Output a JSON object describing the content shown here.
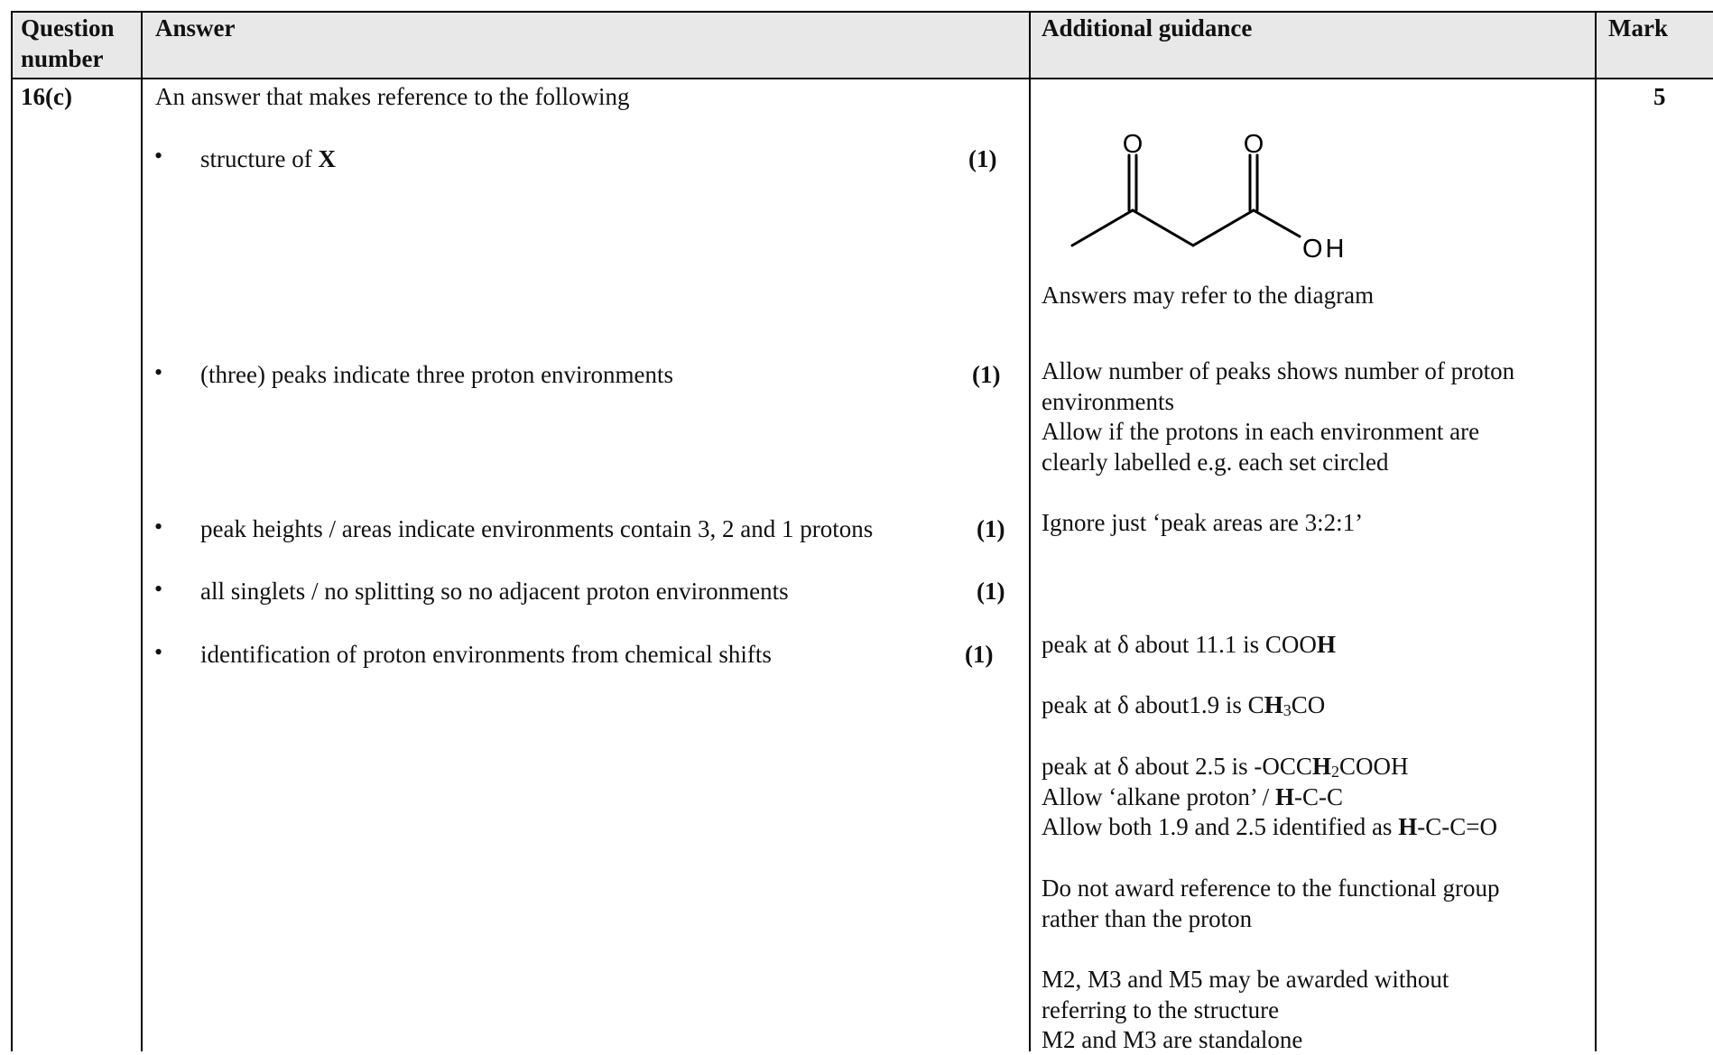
{
  "header": {
    "question_number_line1": "Question",
    "question_number_line2": "number",
    "answer": "Answer",
    "guidance": "Additional guidance",
    "mark": "Mark"
  },
  "row": {
    "question_number": "16(c)",
    "intro": "An answer that makes reference to the following",
    "mark": "5",
    "points": [
      {
        "text_pre": "structure of ",
        "text_bold": "X",
        "mark": "(1)"
      },
      {
        "text": "(three) peaks indicate three proton environments",
        "mark": "(1)"
      },
      {
        "text": "peak heights / areas indicate environments contain 3, 2 and 1 protons",
        "mark": "(1)"
      },
      {
        "text": "all singlets / no splitting so no adjacent proton environments",
        "mark": "(1)"
      },
      {
        "text": "identification of proton environments from chemical shifts",
        "mark": "(1)"
      }
    ],
    "structure_labels": {
      "o1": "O",
      "o2": "O",
      "oh": "OH"
    },
    "guidance": {
      "diagram_note": "Answers may refer to the diagram",
      "g2_l1": "Allow number of peaks shows number of proton",
      "g2_l2": "environments",
      "g2_l3": "Allow if the protons in each environment are",
      "g2_l4": "clearly labelled e.g. each set circled",
      "g3": "Ignore just ‘peak areas are 3:2:1’",
      "s1_pre": "peak at δ about 11.1 is COO",
      "s1_bold": "H",
      "s2_pre": "peak at δ about1.9 is C",
      "s2_bold": "H",
      "s2_sub": "3",
      "s2_post": "CO",
      "s3_pre": "peak at δ about  2.5 is -OCC",
      "s3_bold": "H",
      "s3_sub": "2",
      "s3_post": "COOH",
      "s4_pre": "Allow ‘alkane proton’ / ",
      "s4_bold": "H",
      "s4_post": "-C-C",
      "s5_pre": "Allow both 1.9 and 2.5 identified as ",
      "s5_bold": "H",
      "s5_post": "-C-C=O",
      "dn_l1": "Do not award reference to the functional group",
      "dn_l2": "rather than the proton",
      "m_l1": "M2, M3 and M5 may be awarded without",
      "m_l2": "referring to the structure",
      "m_l3": "M2 and M3 are standalone"
    }
  }
}
